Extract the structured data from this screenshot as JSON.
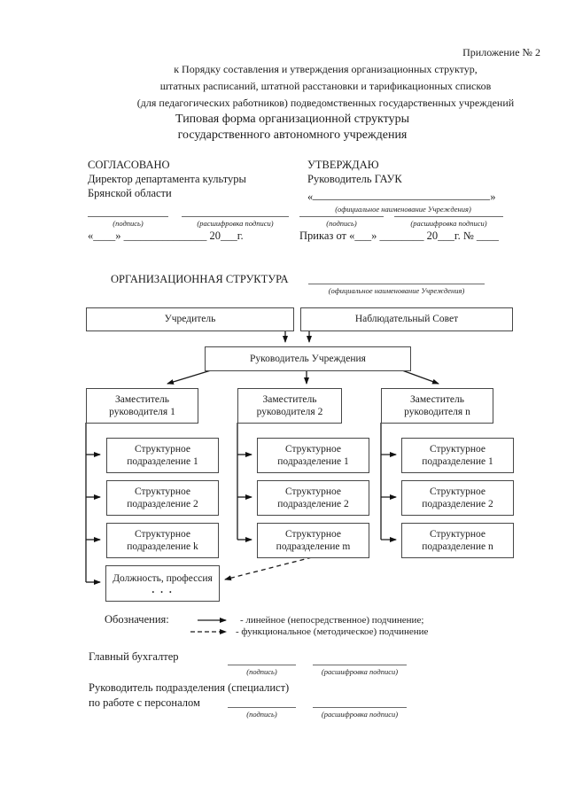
{
  "header": {
    "annex": "Приложение № 2",
    "order_ref": [
      "к Порядку составления и утверждения организационных структур,",
      "штатных расписаний, штатной расстановки и тарификационных списков",
      "(для педагогических работников) подведомственных государственных учреждений"
    ],
    "title": [
      "Типовая форма организационной структуры",
      "государственного автономного учреждения"
    ]
  },
  "labels": {
    "sign": "(подпись)",
    "decode": "(расшифровка подписи)",
    "official_name": "(официальное наименование Учреждения)"
  },
  "agreed": {
    "heading": "СОГЛАСОВАНО",
    "position_line1": "Директор департамента культуры",
    "position_line2": "Брянской области",
    "date_blank": "«____» _______________ 20___г."
  },
  "approved": {
    "heading": "УТВЕРЖДАЮ",
    "position": "Руководитель ГАУК",
    "quote_open": "«",
    "quote_close": "»",
    "order_blank": "Приказ от «___» ________ 20___г. № ____"
  },
  "structure": {
    "heading": "ОРГАНИЗАЦИОННАЯ СТРУКТУРА",
    "founder": "Учредитель",
    "board": "Наблюдательный Совет",
    "head": "Руководитель Учреждения",
    "deputies": [
      {
        "l1": "Заместитель",
        "l2": "руководителя 1"
      },
      {
        "l1": "Заместитель",
        "l2": "руководителя 2"
      },
      {
        "l1": "Заместитель",
        "l2": "руководителя n"
      }
    ],
    "col1": [
      {
        "l1": "Структурное",
        "l2": "подразделение 1"
      },
      {
        "l1": "Структурное",
        "l2": "подразделение 2"
      },
      {
        "l1": "Структурное",
        "l2": "подразделение k"
      }
    ],
    "col2": [
      {
        "l1": "Структурное",
        "l2": "подразделение 1"
      },
      {
        "l1": "Структурное",
        "l2": "подразделение 2"
      },
      {
        "l1": "Структурное",
        "l2": "подразделение m"
      }
    ],
    "col3": [
      {
        "l1": "Структурное",
        "l2": "подразделение 1"
      },
      {
        "l1": "Структурное",
        "l2": "подразделение 2"
      },
      {
        "l1": "Структурное",
        "l2": "подразделение n"
      }
    ],
    "position_box": {
      "l1": "Должность, профессия",
      "l2": ". . ."
    }
  },
  "legend": {
    "label": "Обозначения:",
    "solid": "- линейное (непосредственное) подчинение;",
    "dashed": "- функциональное (методическое) подчинение"
  },
  "footer": {
    "accountant": "Главный бухгалтер",
    "hr_line1": "Руководитель подразделения (специалист)",
    "hr_line2": "по работе с персоналом"
  }
}
